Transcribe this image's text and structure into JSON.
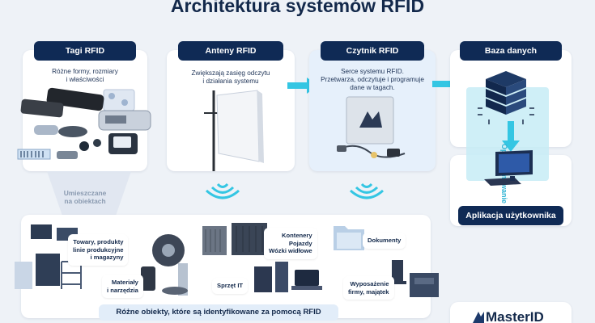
{
  "title": "Architektura systemów RFID",
  "sections": {
    "tags": {
      "label": "Tagi RFID",
      "desc_lines": [
        "Różne formy, rozmiary",
        "i właściwości"
      ]
    },
    "antennas": {
      "label": "Anteny RFID",
      "desc_lines": [
        "Zwiększają zasięg odczytu",
        "i działania systemu"
      ]
    },
    "reader": {
      "label": "Czytnik RFID",
      "desc_lines": [
        "Serce systemu RFID.",
        "Przetwarza, odczytuje i programuje",
        "dane w tagach."
      ]
    },
    "database": {
      "label": "Baza danych"
    },
    "software": {
      "label": "Oprogramowanie"
    },
    "app": {
      "label": "Aplikacja użytkownika"
    }
  },
  "placement": {
    "lines": [
      "Umieszczane",
      "na obiektach"
    ]
  },
  "objects": {
    "caption": "Różne obiekty, które są identyfikowane za pomocą RFID",
    "items": [
      {
        "lines": [
          "Towary, produkty",
          "linie produkcyjne",
          "i magazyny"
        ]
      },
      {
        "lines": [
          "Materiały",
          "i narzędzia"
        ]
      },
      {
        "lines": [
          "Kontenery",
          "Pojazdy",
          "Wózki widłowe"
        ]
      },
      {
        "lines": [
          "Sprzęt IT"
        ]
      },
      {
        "lines": [
          "Dokumenty"
        ]
      },
      {
        "lines": [
          "Wyposażenie",
          "firmy, majątek"
        ]
      }
    ]
  },
  "logo": {
    "text": "MasterID"
  },
  "colors": {
    "navy": "#0f2a55",
    "cyan": "#2fc0e0",
    "card": "#ffffff",
    "background": "#eef2f7"
  }
}
